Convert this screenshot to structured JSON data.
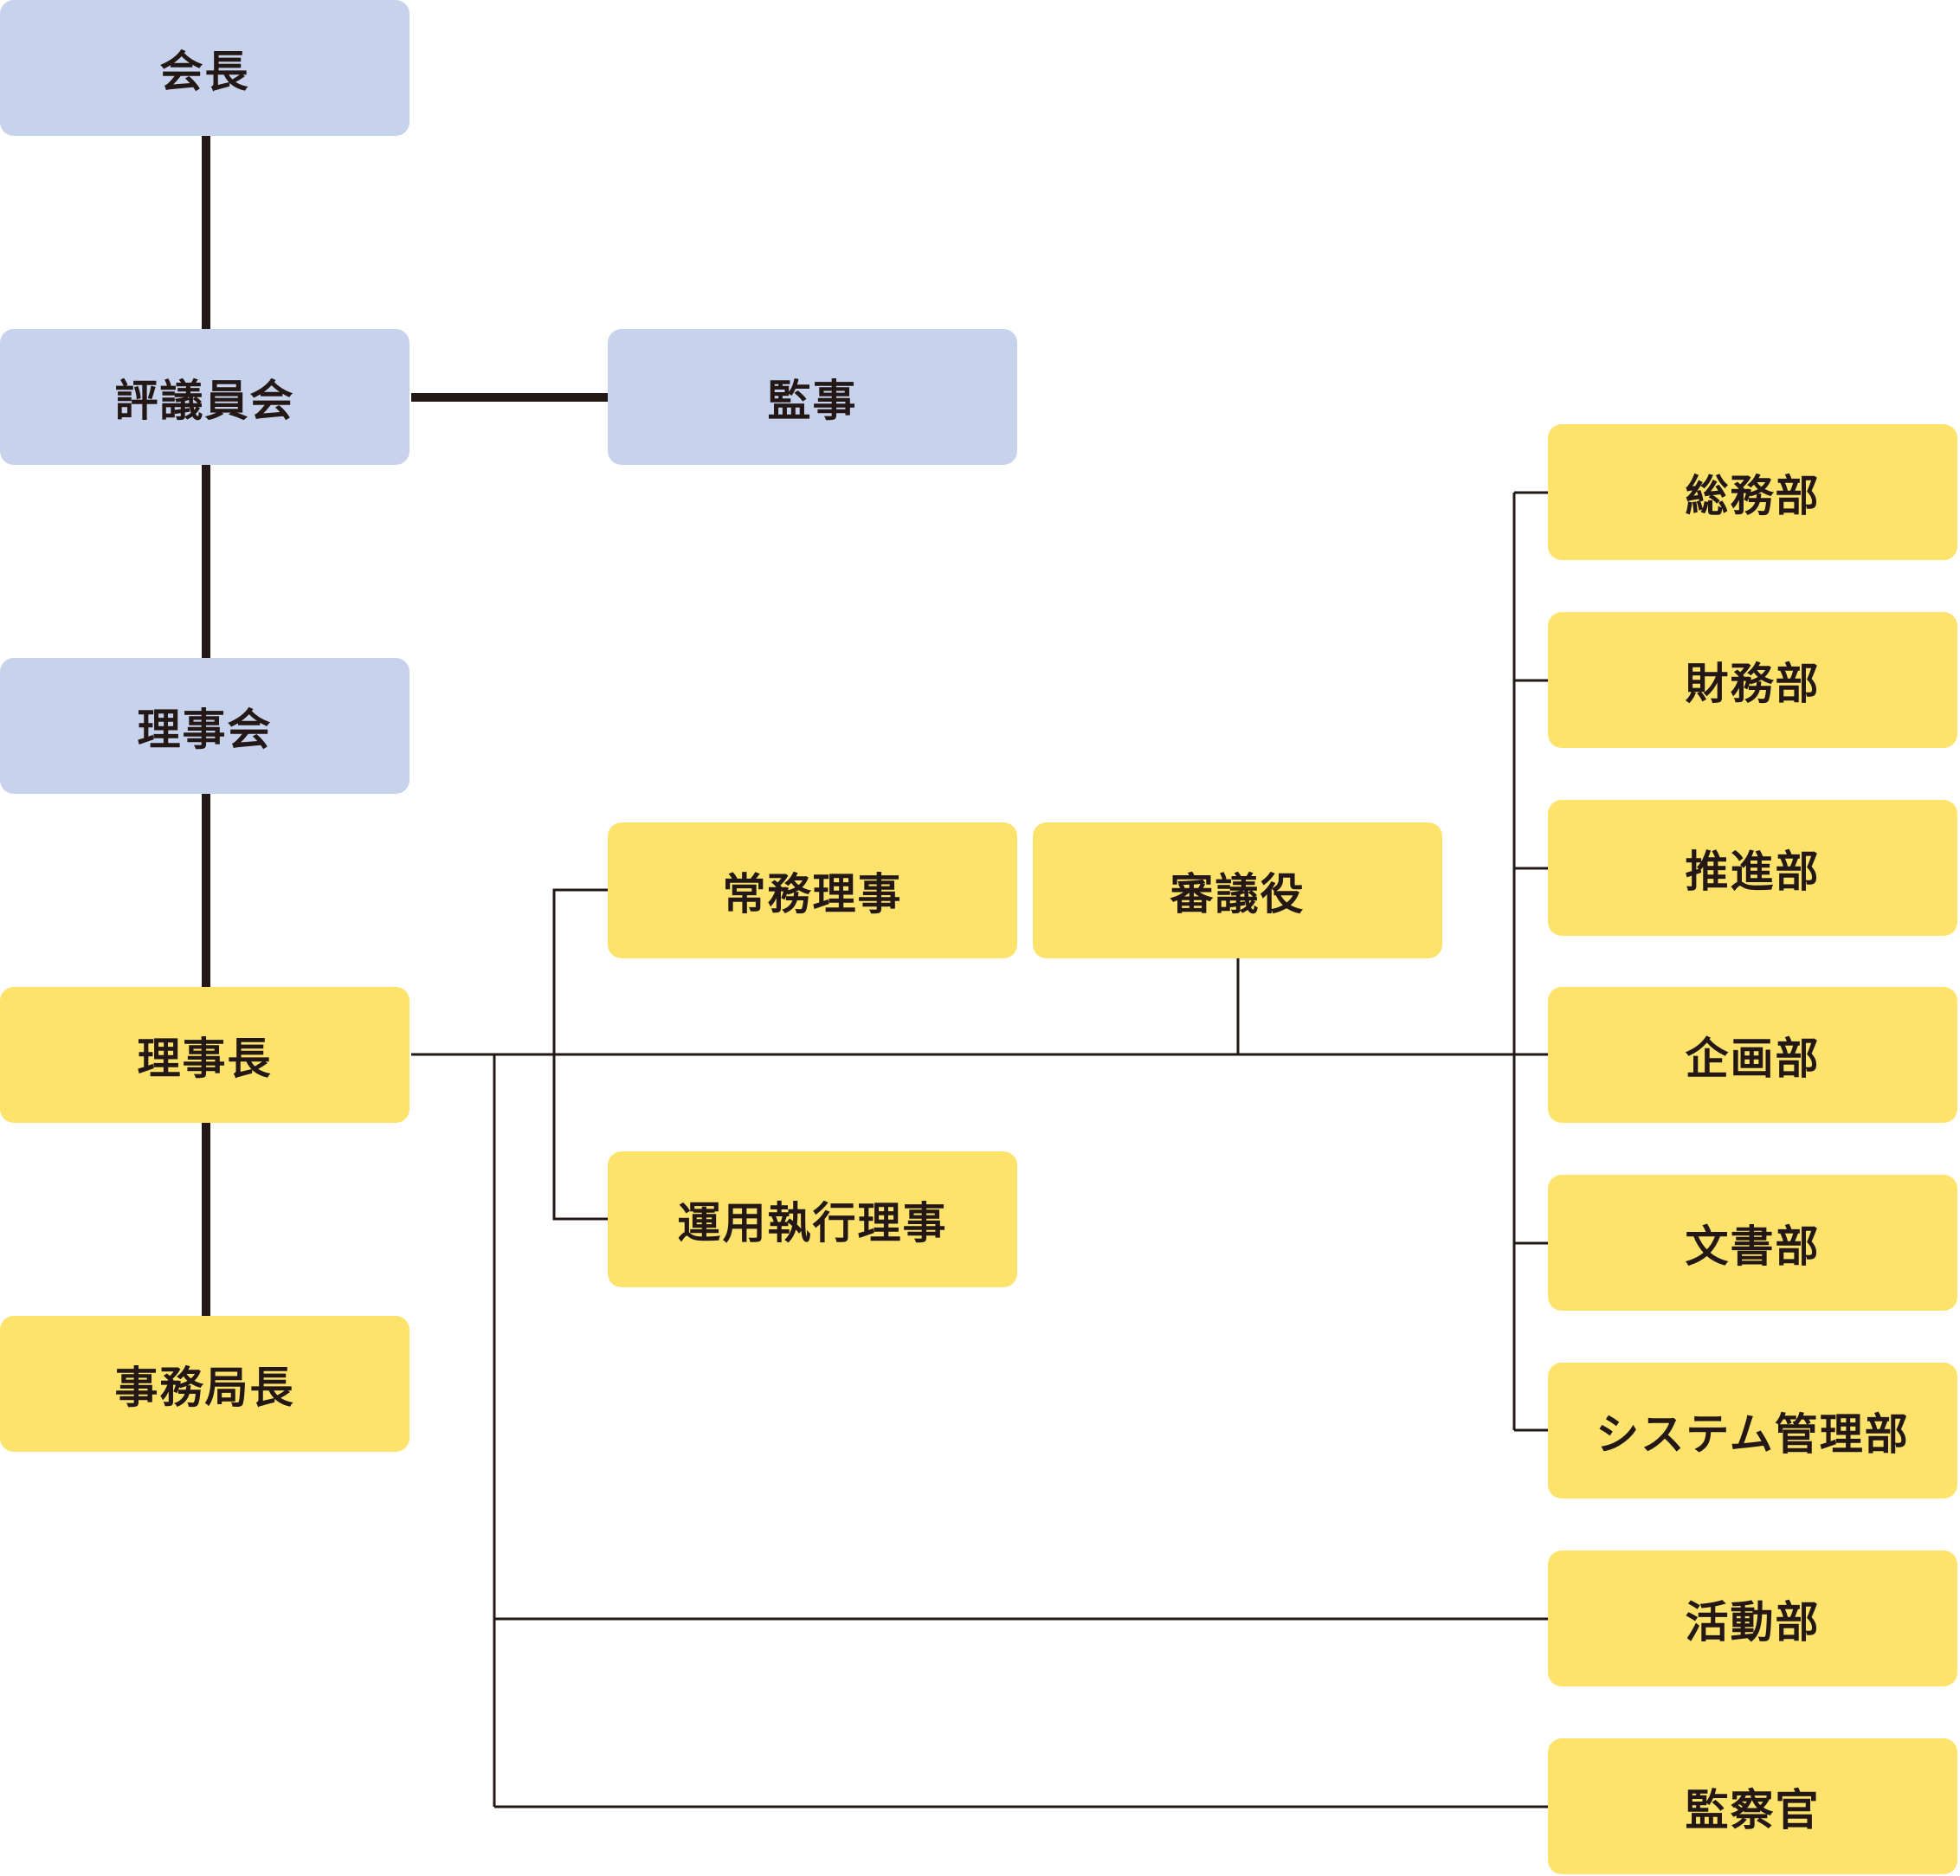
{
  "nodes": {
    "kaicho": "会長",
    "hyogiinkai": "評議員会",
    "kanji": "監事",
    "rijikai": "理事会",
    "rijicho": "理事長",
    "jimukyokucho": "事務局長",
    "jomu_riji": "常務理事",
    "shingiyaku": "審議役",
    "unyo_shikko_riji": "運用執行理事",
    "somubu": "総務部",
    "zaimubu": "財務部",
    "suishinbu": "推進部",
    "kikakubu": "企画部",
    "bunshobu": "文書部",
    "system_kanribu": "システム管理部",
    "katsudobu": "活動部",
    "kansatsukan": "監察官"
  },
  "colors": {
    "governance_box": "#c7d3ec",
    "executive_box": "#fde36b",
    "line": "#231815"
  }
}
